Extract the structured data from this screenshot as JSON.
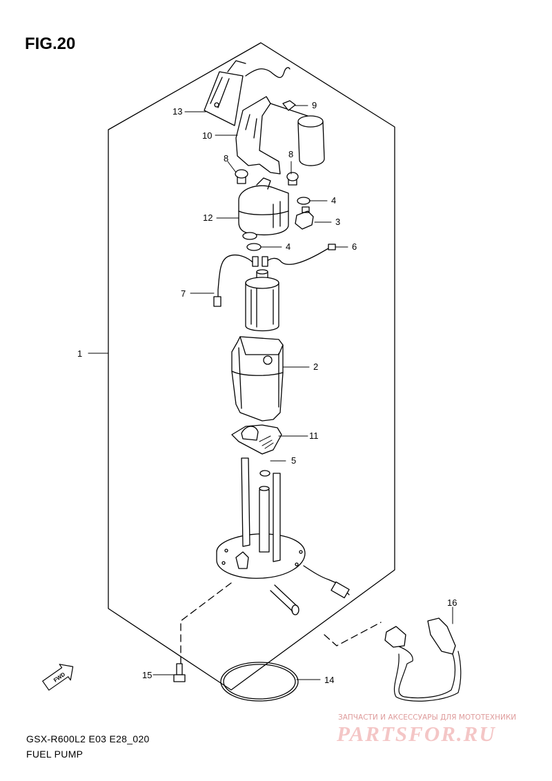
{
  "figure_label": "FIG.20",
  "model_code": "GSX-R600L2 E03 E28_020",
  "diagram_name": "FUEL PUMP",
  "watermark": {
    "caption": "ЗАПЧАСТИ И АКСЕССУАРЫ ДЛЯ МОТОТЕХНИКИ",
    "logo": "PARTSFOR.RU"
  },
  "direction_badge": "FWD",
  "callouts": [
    "1",
    "2",
    "3",
    "4",
    "4",
    "5",
    "6",
    "7",
    "8",
    "8",
    "9",
    "10",
    "11",
    "12",
    "13",
    "14",
    "15",
    "16"
  ],
  "colors": {
    "line": "#000000",
    "watermark": "#f2b9b9"
  }
}
